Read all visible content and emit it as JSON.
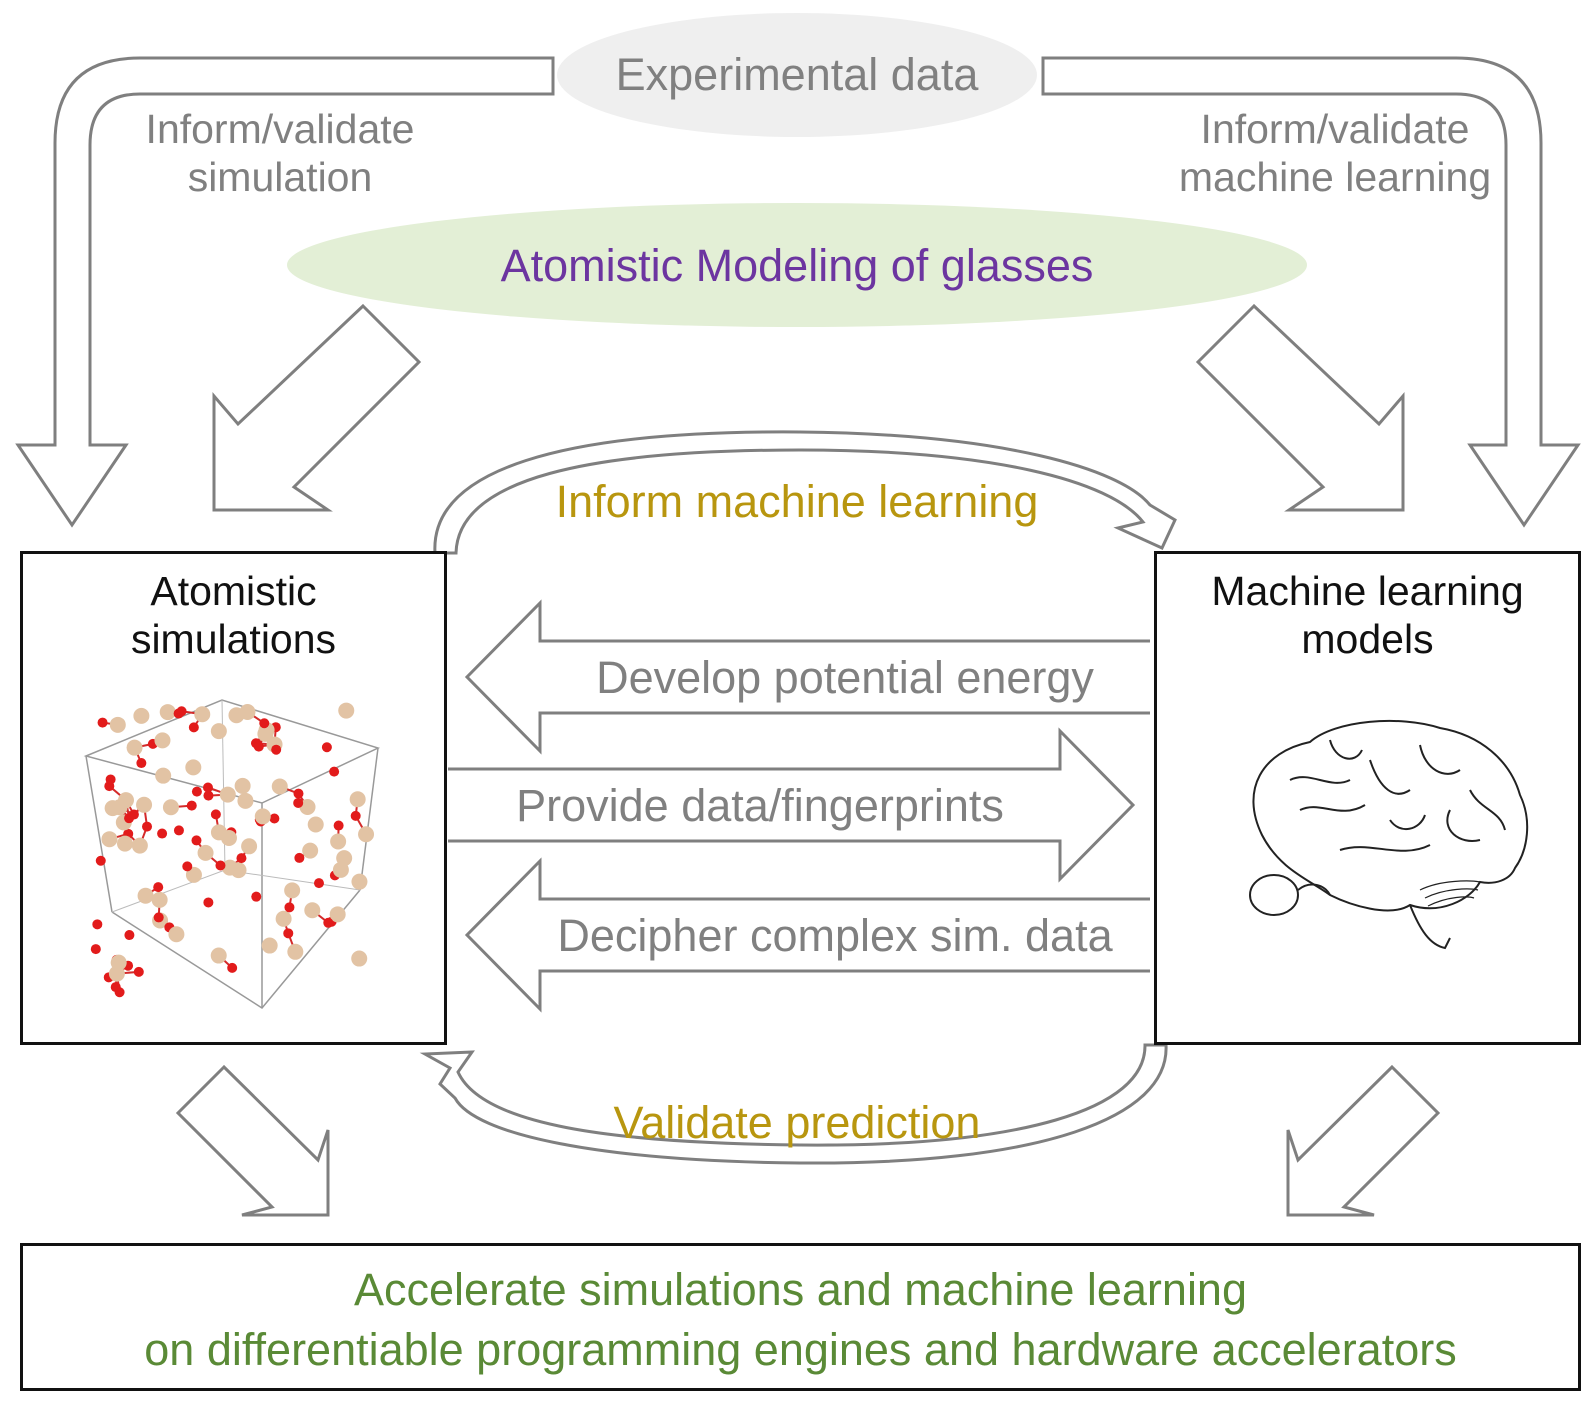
{
  "experimental_data": {
    "label": "Experimental data",
    "fill": "#efefef"
  },
  "inform_validate_simulation": {
    "line1": "Inform/validate",
    "line2": "simulation"
  },
  "inform_validate_ml": {
    "line1": "Inform/validate",
    "line2": "machine learning"
  },
  "atomistic_modeling": {
    "label": "Atomistic Modeling of glasses",
    "fill": "#e3efd6",
    "color": "#6c35a0"
  },
  "atomistic_box": {
    "line1": "Atomistic",
    "line2": "simulations",
    "image": "silica-glass-atom-structure"
  },
  "ml_box": {
    "line1": "Machine learning",
    "line2": "models",
    "image": "brain-illustration"
  },
  "inform_ml": {
    "label": "Inform machine learning",
    "color": "#b8960f"
  },
  "validate_prediction": {
    "label": "Validate prediction",
    "color": "#b8960f"
  },
  "develop_potential": {
    "label": "Develop potential energy"
  },
  "provide_data": {
    "label": "Provide data/fingerprints"
  },
  "decipher": {
    "label": "Decipher complex sim. data"
  },
  "accelerate": {
    "line1": "Accelerate simulations and machine learning",
    "line2": "on differentiable programming engines and hardware accelerators",
    "color": "#5a8a36"
  },
  "arrow_stroke": "#7f7f7f"
}
